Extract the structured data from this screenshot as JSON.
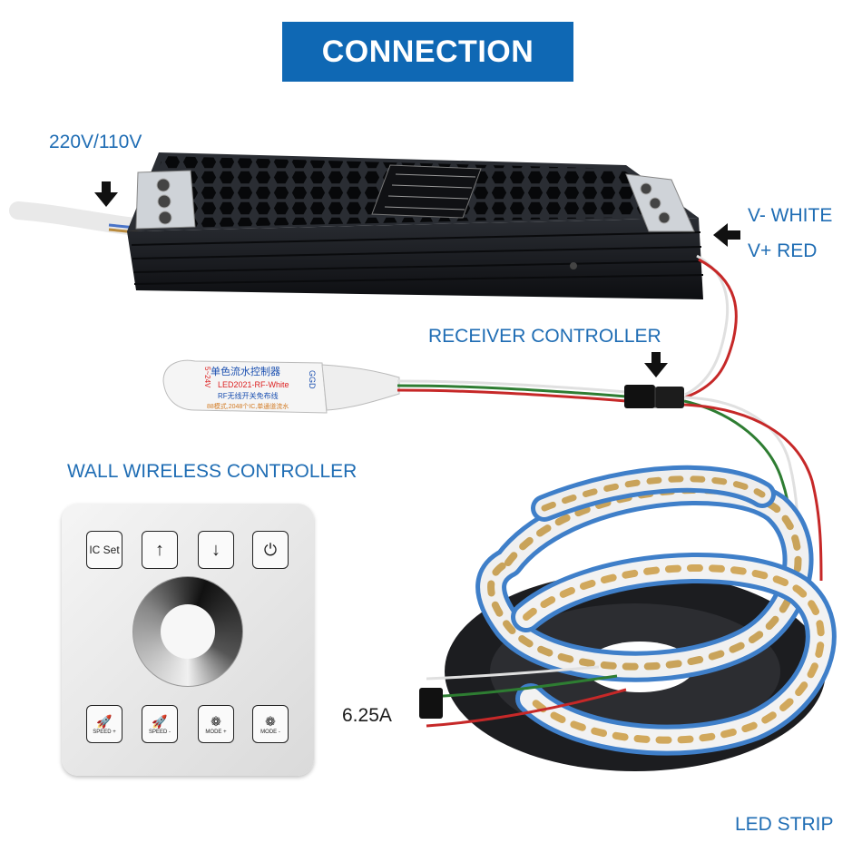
{
  "title": "CONNECTION",
  "labels": {
    "input_voltage": "220V/110V",
    "v_minus": "V- WHITE",
    "v_plus": "V+ RED",
    "receiver": "RECEIVER CONTROLLER",
    "wall": "WALL WIRELESS CONTROLLER",
    "current": "6.25A",
    "strip": "LED STRIP"
  },
  "receiver_print": {
    "line1": "单色流水控制器",
    "line2": "LED2021-RF-White",
    "line3": "RF无线开关免布线",
    "line4": "88模式,2048个IC,单通道流水",
    "side_left": "5~24V",
    "side_right": "GGD"
  },
  "wall_panel": {
    "buttons_top": [
      "IC Set",
      "up-arrow",
      "down-arrow",
      "power"
    ],
    "buttons_bottom": [
      "SPEED +",
      "SPEED -",
      "MODE +",
      "MODE -"
    ]
  },
  "colors": {
    "title_bg": "#0f68b4",
    "label_blue": "#1f6db4",
    "psu_body": "#1b1d22",
    "strip_backing": "#3f7fc9"
  }
}
